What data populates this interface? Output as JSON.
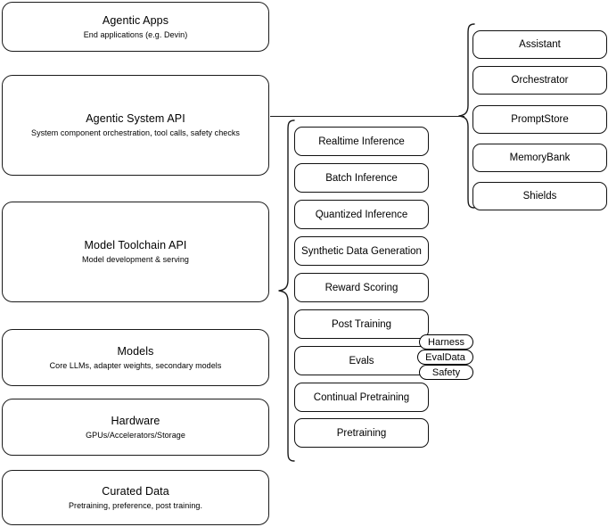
{
  "diagram": {
    "title": "AI Stack Architecture Diagram",
    "background_color": "#ffffff",
    "stroke_color": "#1a1a1a"
  },
  "stack_layers": [
    {
      "name": "agentic-apps",
      "title": "Agentic Apps",
      "subtitle": "End applications (e.g. Devin)"
    },
    {
      "name": "agentic-system-api",
      "title": "Agentic System API",
      "subtitle": "System component orchestration, tool calls, safety checks"
    },
    {
      "name": "model-toolchain-api",
      "title": "Model Toolchain API",
      "subtitle": "Model development & serving"
    },
    {
      "name": "models",
      "title": "Models",
      "subtitle": "Core LLMs, adapter weights, secondary models"
    },
    {
      "name": "hardware",
      "title": "Hardware",
      "subtitle": "GPUs/Accelerators/Storage"
    },
    {
      "name": "curated-data",
      "title": "Curated Data",
      "subtitle": "Pretraining, preference, post training."
    }
  ],
  "toolchain_capabilities": [
    {
      "label": "Realtime Inference"
    },
    {
      "label": "Batch Inference"
    },
    {
      "label": "Quantized Inference"
    },
    {
      "label": "Synthetic Data Generation"
    },
    {
      "label": "Reward Scoring"
    },
    {
      "label": "Post Training"
    },
    {
      "label": "Evals"
    },
    {
      "label": "Continual Pretraining"
    },
    {
      "label": "Pretraining"
    }
  ],
  "evals_tags": [
    {
      "label": "Harness"
    },
    {
      "label": "EvalData"
    },
    {
      "label": "Safety"
    }
  ],
  "system_components": [
    {
      "label": "Assistant"
    },
    {
      "label": "Orchestrator"
    },
    {
      "label": "PromptStore"
    },
    {
      "label": "MemoryBank"
    },
    {
      "label": "Shields"
    }
  ]
}
